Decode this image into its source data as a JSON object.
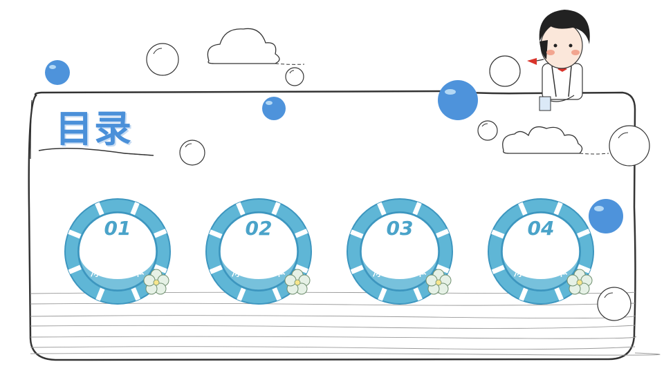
{
  "title": "目录",
  "colors": {
    "accent_blue": "#4a90d9",
    "ring_blue": "#5fb6d6",
    "ring_dark": "#3d96bf",
    "bubble_blue": "#4e93db",
    "outline": "#333333"
  },
  "items": [
    {
      "number": "01",
      "line1": "点击此处",
      "line2": "添加文本"
    },
    {
      "number": "02",
      "line1": "点击此处",
      "line2": "添加文本"
    },
    {
      "number": "03",
      "line1": "点击此处",
      "line2": "添加文本"
    },
    {
      "number": "04",
      "line1": "点击此处",
      "line2": "添加文本"
    }
  ],
  "icons": [
    "cloud-icon",
    "bubble-icon",
    "flower-icon",
    "cartoon-girl-icon",
    "life-ring-icon"
  ]
}
